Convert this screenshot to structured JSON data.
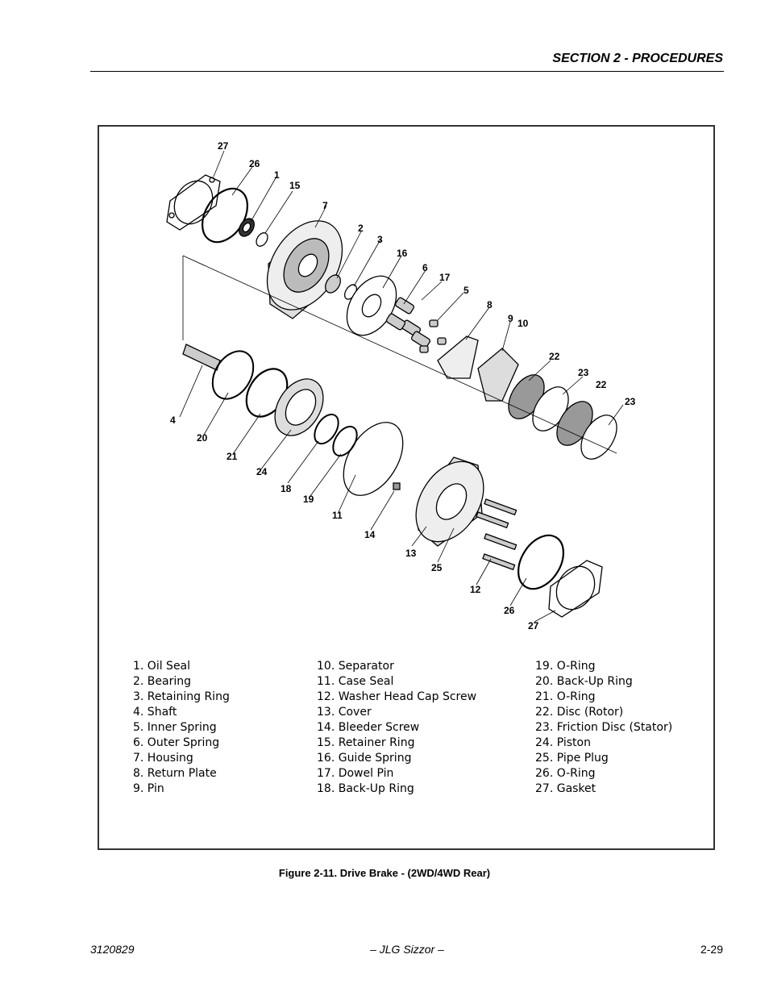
{
  "header": {
    "section": "SECTION 2 - PROCEDURES"
  },
  "figure": {
    "caption": "Figure 2-11.  Drive Brake - (2WD/4WD Rear)",
    "callouts": [
      "27",
      "26",
      "1",
      "15",
      "7",
      "2",
      "3",
      "16",
      "6",
      "17",
      "5",
      "8",
      "9",
      "10",
      "22",
      "23",
      "22",
      "23",
      "4",
      "20",
      "21",
      "24",
      "18",
      "19",
      "11",
      "14",
      "13",
      "25",
      "12",
      "26",
      "27"
    ],
    "legend": {
      "col1": [
        "1. Oil Seal",
        "2. Bearing",
        "3. Retaining Ring",
        "4. Shaft",
        "5. Inner Spring",
        "6. Outer Spring",
        "7. Housing",
        "8. Return Plate",
        "9. Pin"
      ],
      "col2": [
        "10. Separator",
        "11. Case Seal",
        "12. Washer Head Cap Screw",
        "13. Cover",
        "14. Bleeder Screw",
        "15. Retainer Ring",
        "16. Guide Spring",
        "17. Dowel Pin",
        "18. Back-Up Ring"
      ],
      "col3": [
        "19. O-Ring",
        "20. Back-Up Ring",
        "21. O-Ring",
        "22. Disc (Rotor)",
        "23. Friction Disc (Stator)",
        "24. Piston",
        "25. Pipe Plug",
        "26. O-Ring",
        "27. Gasket"
      ]
    }
  },
  "footer": {
    "doc_number": "3120829",
    "title": "– JLG Sizzor –",
    "page": "2-29"
  }
}
